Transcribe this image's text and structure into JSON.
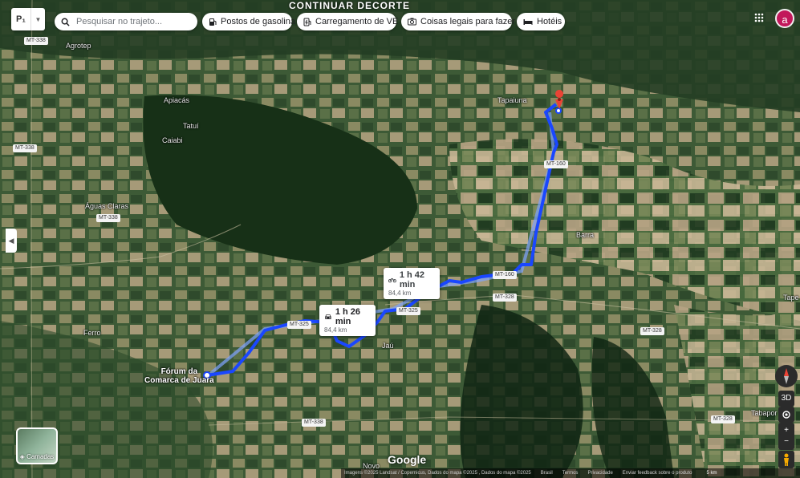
{
  "search": {
    "placeholder": "Pesquisar no trajeto..."
  },
  "mode_selector": {
    "label": "P₁"
  },
  "filters": [
    {
      "label": "Postos de gasolina",
      "icon": "gas-station-icon"
    },
    {
      "label": "Carregamento de VE",
      "icon": "ev-charger-icon"
    },
    {
      "label": "Coisas legais para fazer",
      "icon": "camera-icon"
    },
    {
      "label": "Hotéis",
      "icon": "bed-icon"
    }
  ],
  "account": {
    "initial": "a"
  },
  "places": {
    "agrotep": "Agrotep",
    "apiacas": "Apiacás",
    "tatui": "Tatuí",
    "caiabi": "Caiabi",
    "aguas_claras": "Águas Claras",
    "tapaiuna": "Tapaiuna",
    "barra": "Barra",
    "ferro": "Ferro",
    "jau": "Jaú",
    "tape": "Tape",
    "tabapora": "Tabapor",
    "novo": "Novo",
    "origin_line1": "Fórum da",
    "origin_line2": "Comarca de Juara"
  },
  "roads": {
    "mt338": "MT-338",
    "mt160": "MT-160",
    "mt325": "MT-325",
    "mt328": "MT-328"
  },
  "routes": {
    "main": {
      "time": "1 h 26 min",
      "distance": "84,4 km",
      "mode": "car"
    },
    "alternate": {
      "time": "1 h 42 min",
      "distance": "84,4 km",
      "mode": "bike"
    }
  },
  "layers": {
    "label": "Camadas"
  },
  "controls": {
    "three_d": "3D",
    "zoom_in": "+",
    "zoom_out": "−"
  },
  "branding": {
    "logo": "Google"
  },
  "attribution": {
    "imagery": "Imagens ©2025 Landsat / Copernicus, Dados do mapa ©2025 , Dados do mapa ©2025",
    "country": "Brasil",
    "terms": "Termos",
    "privacy": "Privacidade",
    "feedback": "Enviar feedback sobre o produto",
    "scale": "5 km"
  },
  "banner": {
    "text": "CONTINUAR DECORTE"
  },
  "colors": {
    "route": "#2155ff",
    "alt_route": "#7fa3ff",
    "destination_pin": "#ea4335",
    "avatar": "#c2185b"
  }
}
